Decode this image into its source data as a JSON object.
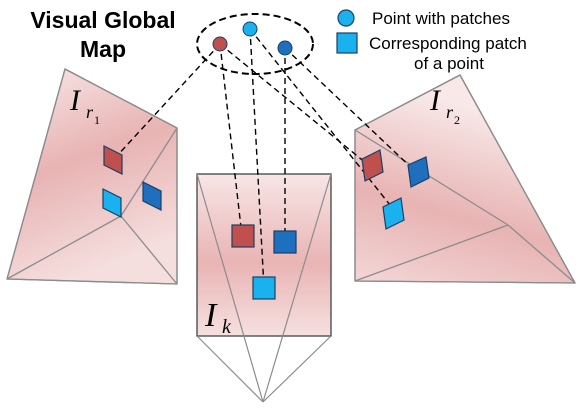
{
  "title_line1": "Visual Global",
  "title_line2": "Map",
  "legend": {
    "point_label": "Point with patches",
    "patch_label_line1": "Corresponding patch",
    "patch_label_line2": "of a point"
  },
  "frames": {
    "left": {
      "label_main": "I",
      "label_sub": "r",
      "label_subsub": "1"
    },
    "right": {
      "label_main": "I",
      "label_sub": "r",
      "label_subsub": "2"
    },
    "center": {
      "label_main": "I",
      "label_sub": "k"
    }
  },
  "colors": {
    "red": "#C0504D",
    "blue_dark": "#1F6FBF",
    "cyan": "#19B2EE",
    "frame_gray": "#8C8C8C",
    "plane_pink": "#EEC0C0"
  }
}
